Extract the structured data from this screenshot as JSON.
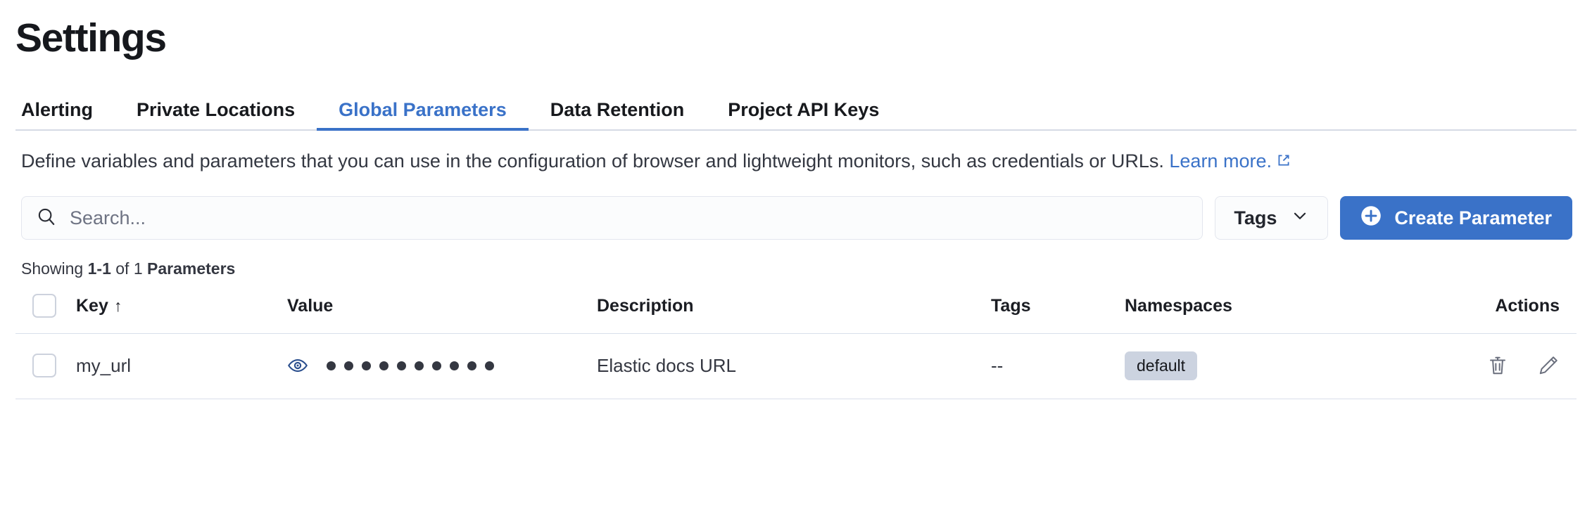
{
  "page_title": "Settings",
  "colors": {
    "accent_blue": "#3a72c8",
    "text": "#343741",
    "badge_bg": "#ccd3e0",
    "border": "#d9dfeb"
  },
  "tabs": [
    {
      "label": "Alerting",
      "active": false
    },
    {
      "label": "Private Locations",
      "active": false
    },
    {
      "label": "Global Parameters",
      "active": true
    },
    {
      "label": "Data Retention",
      "active": false
    },
    {
      "label": "Project API Keys",
      "active": false
    }
  ],
  "description": {
    "text": "Define variables and parameters that you can use in the configuration of browser and lightweight monitors, such as credentials or URLs.",
    "link_label": "Learn more.",
    "link_icon": "external-link-icon"
  },
  "controls": {
    "search": {
      "icon": "search-icon",
      "placeholder": "Search...",
      "value": ""
    },
    "tags_filter": {
      "label": "Tags",
      "icon": "chevron-down-icon",
      "selected": ""
    },
    "create_button": {
      "label": "Create Parameter",
      "icon": "plus-circle-icon"
    }
  },
  "results_summary": {
    "prefix": "Showing ",
    "range": "1-1",
    "middle": " of 1 ",
    "entity": "Parameters"
  },
  "table": {
    "columns": [
      {
        "key": "select",
        "label": "",
        "sort": ""
      },
      {
        "key": "key",
        "label": "Key",
        "sort": "asc"
      },
      {
        "key": "value",
        "label": "Value",
        "sort": ""
      },
      {
        "key": "description",
        "label": "Description",
        "sort": ""
      },
      {
        "key": "tags",
        "label": "Tags",
        "sort": ""
      },
      {
        "key": "namespaces",
        "label": "Namespaces",
        "sort": ""
      },
      {
        "key": "actions",
        "label": "Actions",
        "sort": ""
      }
    ],
    "sort_arrow_glyph": "↑",
    "rows": [
      {
        "selected": false,
        "key": "my_url",
        "value_masked": true,
        "value_mask_dots": 10,
        "value_toggle_icon": "eye-icon",
        "description": "Elastic docs URL",
        "tags": "--",
        "namespaces": [
          "default"
        ],
        "actions": [
          "trash-icon",
          "pencil-icon"
        ]
      }
    ]
  }
}
